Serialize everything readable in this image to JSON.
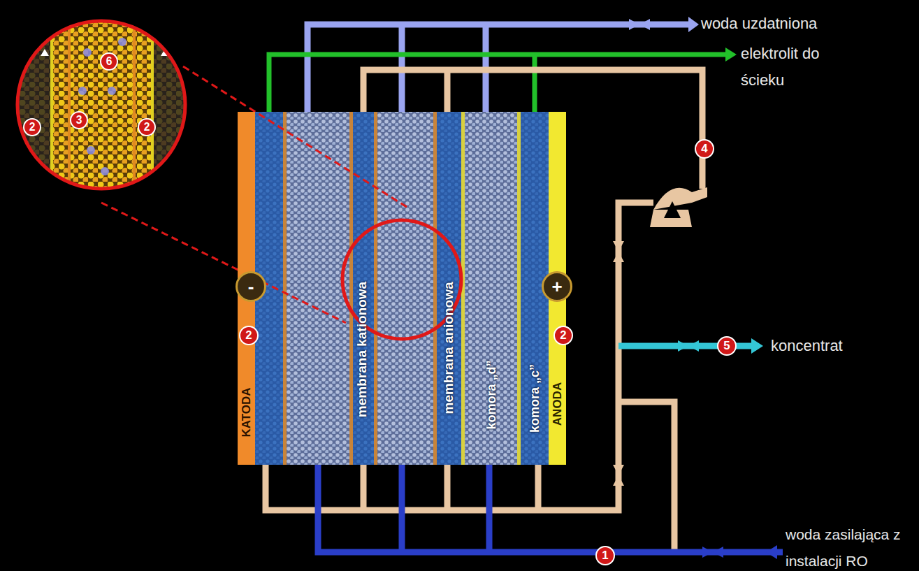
{
  "diagram": {
    "nodes": [
      {
        "text": [
          "KATODA"
        ]
      },
      {
        "text": [
          "-"
        ]
      },
      {
        "text": [
          "komora „d”"
        ]
      },
      {
        "text": [
          "komora „c”"
        ]
      },
      {
        "text": [
          "ANODA"
        ]
      },
      {
        "text": [
          "+"
        ]
      }
    ],
    "labels": [
      "woda uzdatniona",
      "elektrolit do ścieku",
      "koncentrat",
      "woda zasilająca z instalacji RO",
      "membrana kationowa",
      "membrana anionowa",
      "1",
      "2",
      "2",
      "4",
      "5",
      "6",
      "3",
      "2",
      "2"
    ]
  }
}
